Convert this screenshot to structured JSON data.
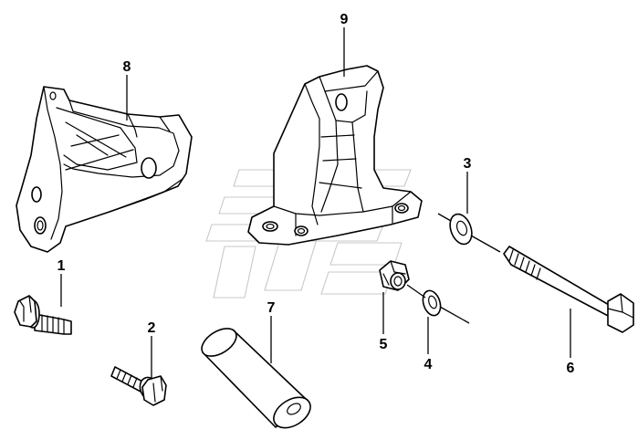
{
  "diagram": {
    "callouts": [
      {
        "id": "1",
        "part": "flange-bolt-short"
      },
      {
        "id": "2",
        "part": "flange-bolt-small"
      },
      {
        "id": "3",
        "part": "washer-large"
      },
      {
        "id": "4",
        "part": "washer-small"
      },
      {
        "id": "5",
        "part": "hex-nut"
      },
      {
        "id": "6",
        "part": "long-hex-bolt"
      },
      {
        "id": "7",
        "part": "cylindrical-spacer"
      },
      {
        "id": "8",
        "part": "left-bracket"
      },
      {
        "id": "9",
        "part": "right-bracket"
      }
    ],
    "colors": {
      "line": "#000000",
      "background": "#ffffff",
      "watermark": "#9a9a9a"
    }
  }
}
